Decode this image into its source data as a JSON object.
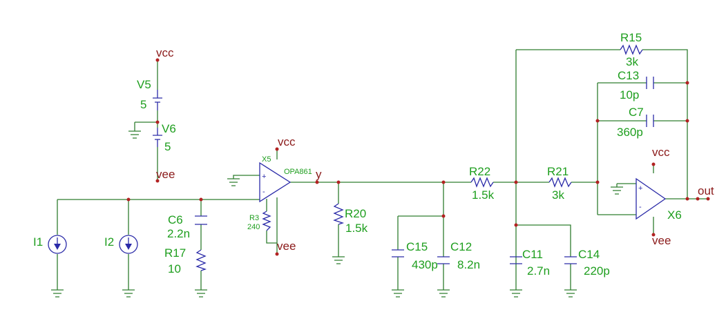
{
  "colors": {
    "wire": "#2e7d2e",
    "component": "#2a2aa8",
    "label": "#1e9e1e",
    "net_label": "#8b1a1a",
    "pin_dot": "#b22222",
    "background": "#ffffff"
  },
  "nets": {
    "vcc": "vcc",
    "vee": "vee",
    "y": "y",
    "out": "out"
  },
  "op_amps": {
    "x5": {
      "ref": "X5",
      "model": "OPA861",
      "plus": "+",
      "minus": "-"
    },
    "x6": {
      "ref": "X6",
      "plus": "+",
      "minus": "-"
    }
  },
  "sources": {
    "v5": {
      "ref": "V5",
      "value": "5"
    },
    "v6": {
      "ref": "V6",
      "value": "5"
    },
    "i1": {
      "ref": "I1"
    },
    "i2": {
      "ref": "I2"
    }
  },
  "resistors": {
    "r3": {
      "ref": "R3",
      "value": "240"
    },
    "r15": {
      "ref": "R15",
      "value": "3k"
    },
    "r17": {
      "ref": "R17",
      "value": "10"
    },
    "r20": {
      "ref": "R20",
      "value": "1.5k"
    },
    "r21": {
      "ref": "R21",
      "value": "3k"
    },
    "r22": {
      "ref": "R22",
      "value": "1.5k"
    }
  },
  "capacitors": {
    "c6": {
      "ref": "C6",
      "value": "2.2n"
    },
    "c7": {
      "ref": "C7",
      "value": "360p"
    },
    "c11": {
      "ref": "C11",
      "value": "2.7n"
    },
    "c12": {
      "ref": "C12",
      "value": "8.2n"
    },
    "c13": {
      "ref": "C13",
      "value": "10p"
    },
    "c14": {
      "ref": "C14",
      "value": "220p"
    },
    "c15": {
      "ref": "C15",
      "value": "430p"
    }
  }
}
